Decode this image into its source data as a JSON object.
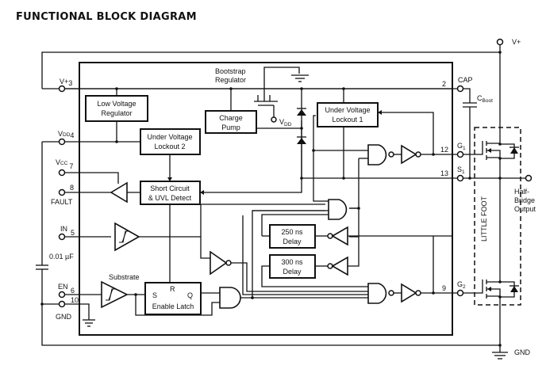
{
  "title": "FUNCTIONAL BLOCK DIAGRAM",
  "blocks": {
    "low_voltage_regulator": [
      "Low Voltage",
      "Regulator"
    ],
    "uvlo2": [
      "Under Voltage",
      "Lockout 2"
    ],
    "bootstrap_regulator": [
      "Bootstrap",
      "Regulator"
    ],
    "charge_pump": [
      "Charge",
      "Pump"
    ],
    "uvlo1": [
      "Under Voltage",
      "Lockout 1"
    ],
    "short_circuit": [
      "Short Circuit",
      "& UVL Detect"
    ],
    "delay_250": [
      "250 ns",
      "Delay"
    ],
    "delay_300": [
      "300 ns",
      "Delay"
    ],
    "enable_latch": {
      "label": "Enable Latch",
      "s": "S",
      "r": "R",
      "q": "Q"
    },
    "substrate": "Substrate",
    "little_foot": "LITTLE FOOT"
  },
  "pins": {
    "vplus3": {
      "name": "V+",
      "number": "3"
    },
    "vdd4": {
      "name": "V",
      "sub": "DD",
      "number": "4"
    },
    "vcc7": {
      "name": "V",
      "sub": "CC",
      "number": "7"
    },
    "fault8": {
      "name": "FAULT",
      "number": "8"
    },
    "in5": {
      "name": "IN",
      "number": "5"
    },
    "en6": {
      "name": "EN",
      "number": "6"
    },
    "gnd10": {
      "name": "GND",
      "number": "10"
    },
    "cap2": {
      "name": "CAP",
      "number": "2"
    },
    "g1_12": {
      "name": "G",
      "sub": "1",
      "number": "12"
    },
    "s1_13": {
      "name": "S",
      "sub": "1",
      "number": "13"
    },
    "g2_9": {
      "name": "G",
      "sub": "2",
      "number": "9"
    }
  },
  "labels": {
    "vdd_internal": {
      "name": "V",
      "sub": "DD"
    },
    "cboot": {
      "name": "C",
      "sub": "Boot"
    },
    "cap_value": "0.01 µF",
    "vplus_ext": "V+",
    "gnd_ext": "GND",
    "half_bridge": [
      "Half-",
      "Bridge",
      "Output"
    ]
  }
}
